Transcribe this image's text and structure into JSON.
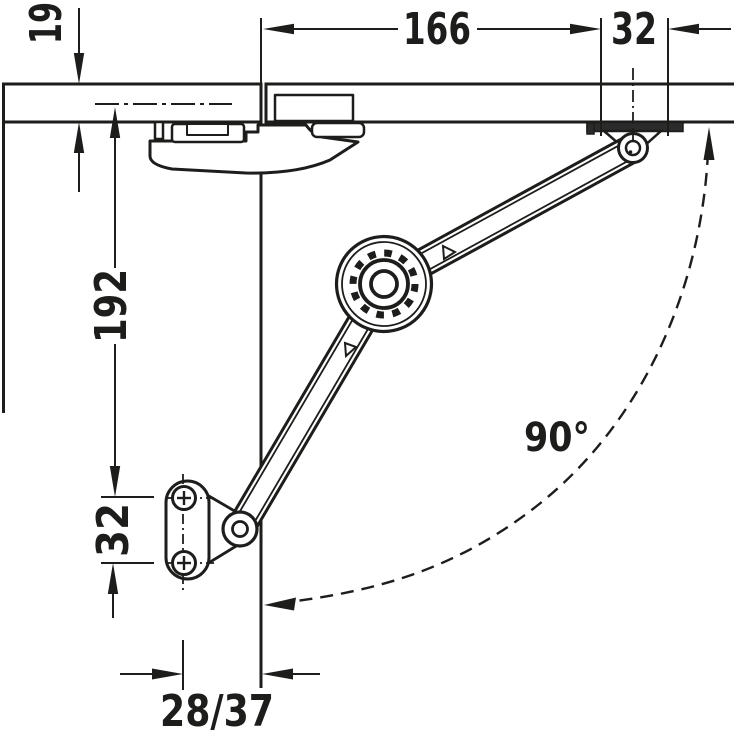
{
  "diagram": {
    "title": "flap-fitting-installation-drawing",
    "dimensions": {
      "panel_thickness": "19",
      "pivot_to_front": "166",
      "pivot_system": "32",
      "mounting_height": "192",
      "screw_spacing": "32",
      "front_offset": "28/37",
      "opening_angle": "90°"
    },
    "colors": {
      "line": "#1d1d1b",
      "background": "#ffffff",
      "plate_fill": "#2b2b2b"
    }
  }
}
